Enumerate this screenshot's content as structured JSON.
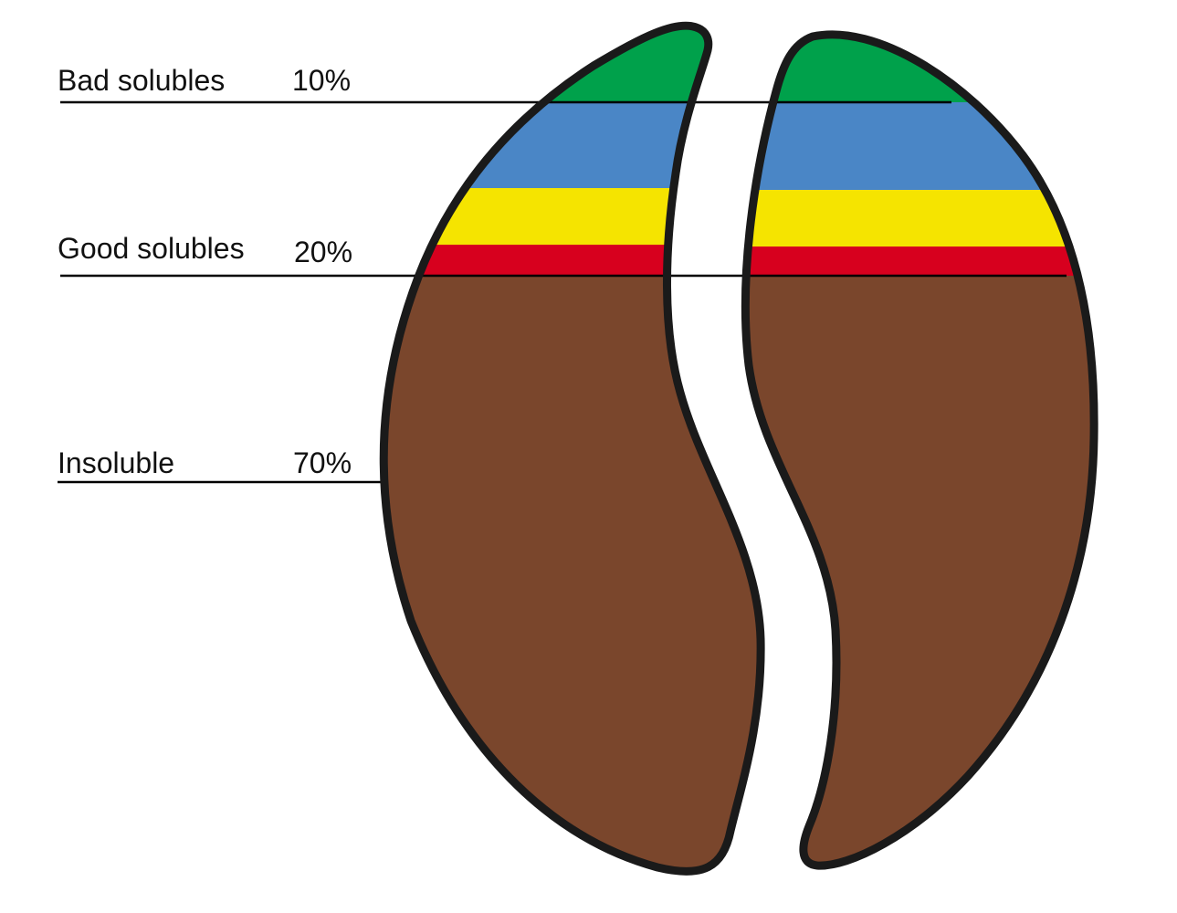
{
  "labels": [
    {
      "id": "bad",
      "name": "Bad solubles",
      "percent": "10%"
    },
    {
      "id": "good",
      "name": "Good solubles",
      "percent": "20%"
    },
    {
      "id": "insoluble",
      "name": "Insoluble",
      "percent": "70%"
    }
  ],
  "colors": {
    "outline": "#1a1a1a",
    "green": "#00a14b",
    "blue": "#4a86c6",
    "yellow": "#f5e400",
    "red": "#d7001e",
    "brown": "#7a462c",
    "leader_line": "#000000"
  }
}
